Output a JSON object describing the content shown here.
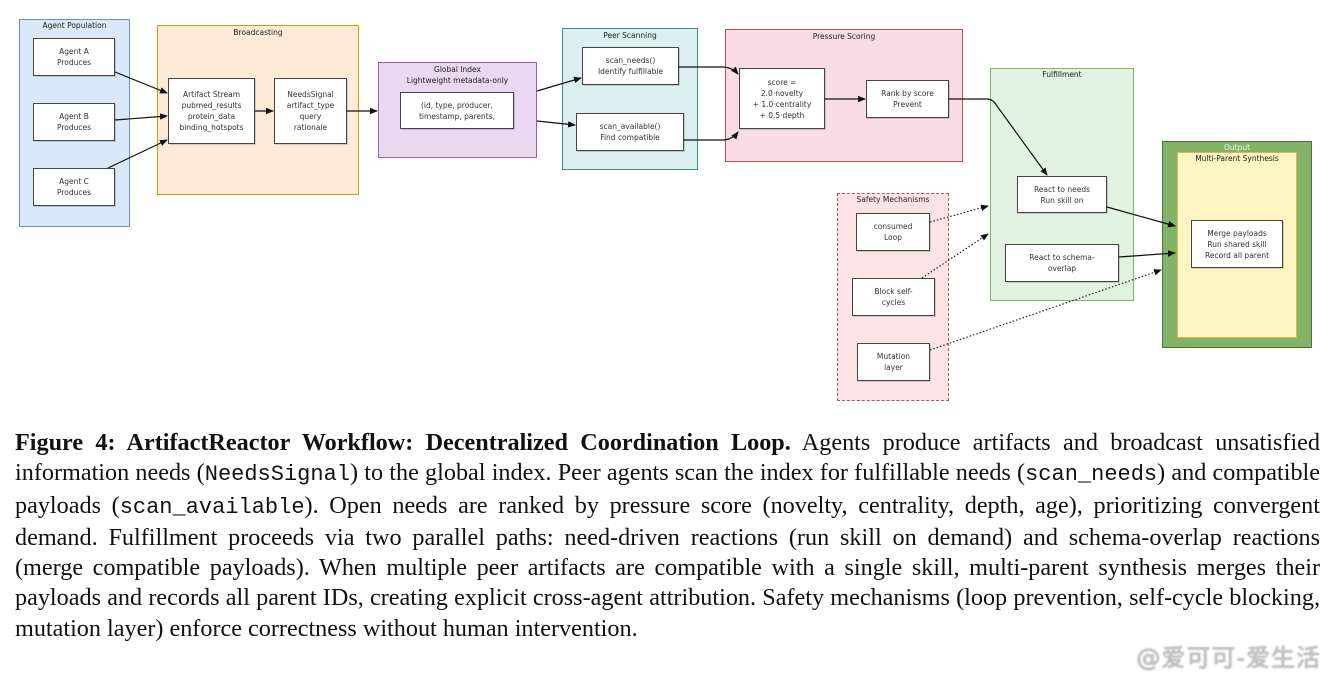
{
  "colors": {
    "agent_population": {
      "fill": "#dae8f8",
      "stroke": "#6c8ebf"
    },
    "broadcasting": {
      "fill": "#fdebd7",
      "stroke": "#d79b00"
    },
    "global_index": {
      "fill": "#ead7f0",
      "stroke": "#9a5ab8"
    },
    "peer_scanning": {
      "fill": "#dcefef",
      "stroke": "#3f8f8a"
    },
    "pressure_scoring": {
      "fill": "#f9dce6",
      "stroke": "#b85450"
    },
    "fulfillment": {
      "fill": "#e2f2e0",
      "stroke": "#82b366"
    },
    "safety": {
      "fill": "#fce4e6",
      "stroke": "#b85450"
    },
    "output_outer": {
      "fill": "#82b366",
      "stroke": "#4f6f3e"
    },
    "output_inner": {
      "fill": "#fff5c2",
      "stroke": "#d6b656"
    }
  },
  "groups": {
    "agent_population": {
      "title": "Agent Population"
    },
    "broadcasting": {
      "title": "Broadcasting"
    },
    "global_index": {
      "title": "Global Index",
      "subtitle": "Lightweight metadata-only"
    },
    "peer_scanning": {
      "title": "Peer Scanning"
    },
    "pressure_scoring": {
      "title": "Pressure Scoring"
    },
    "fulfillment": {
      "title": "Fulfillment"
    },
    "safety": {
      "title": "Safety Mechanisms"
    },
    "output": {
      "title": "Output",
      "inner_title": "Multi-Parent Synthesis"
    }
  },
  "nodes": {
    "agent_a": [
      "Agent A",
      "Produces"
    ],
    "agent_b": [
      "Agent B",
      "Produces"
    ],
    "agent_c": [
      "Agent C",
      "Produces"
    ],
    "artifact_stream": [
      "Artifact Stream",
      "pubmed_results",
      "protein_data",
      "binding_hotspots"
    ],
    "needs_signal": [
      "NeedsSignal",
      "artifact_type",
      "query",
      "rationale"
    ],
    "index_fields": [
      "(id, type, producer,",
      "timestamp, parents,"
    ],
    "scan_needs": [
      "scan_needs()",
      "Identify fulfillable"
    ],
    "scan_available": [
      "scan_available()",
      "Find compatible"
    ],
    "score": [
      "score =",
      "2.0·novelty",
      "+ 1.0·centrality",
      "+ 0.5·depth"
    ],
    "rank": [
      "Rank by score",
      "Prevent"
    ],
    "react_needs": [
      "React to needs",
      "Run skill on"
    ],
    "react_schema": [
      "React to schema-",
      "overlap"
    ],
    "consumed_loop": [
      "consumed",
      "Loop"
    ],
    "block_self": [
      "Block self-",
      "cycles"
    ],
    "mutation": [
      "Mutation",
      "layer"
    ],
    "merge": [
      "Merge payloads",
      "Run shared skill",
      "Record all parent"
    ]
  },
  "caption": {
    "label": "Figure 4: ArtifactReactor Workflow: Decentralized Coordination Loop.",
    "t1": " Agents produce artifacts and broadcast unsatisfied information needs (",
    "c1": "NeedsSignal",
    "t2": ") to the global index. Peer agents scan the index for fulfillable needs (",
    "c2": "scan_needs",
    "t3": ") and compatible payloads (",
    "c3": "scan_available",
    "t4": "). Open needs are ranked by pressure score (novelty, centrality, depth, age), prioritizing convergent demand. Fulfillment proceeds via two parallel paths: need-driven reactions (run skill on demand) and schema-overlap reactions (merge compatible payloads). When multiple peer artifacts are compatible with a single skill, multi-parent synthesis merges their payloads and records all parent IDs, creating explicit cross-agent attribution. Safety mechanisms (loop prevention, self-cycle blocking, mutation layer) enforce correctness without human intervention."
  },
  "watermark": "@爱可可-爱生活"
}
